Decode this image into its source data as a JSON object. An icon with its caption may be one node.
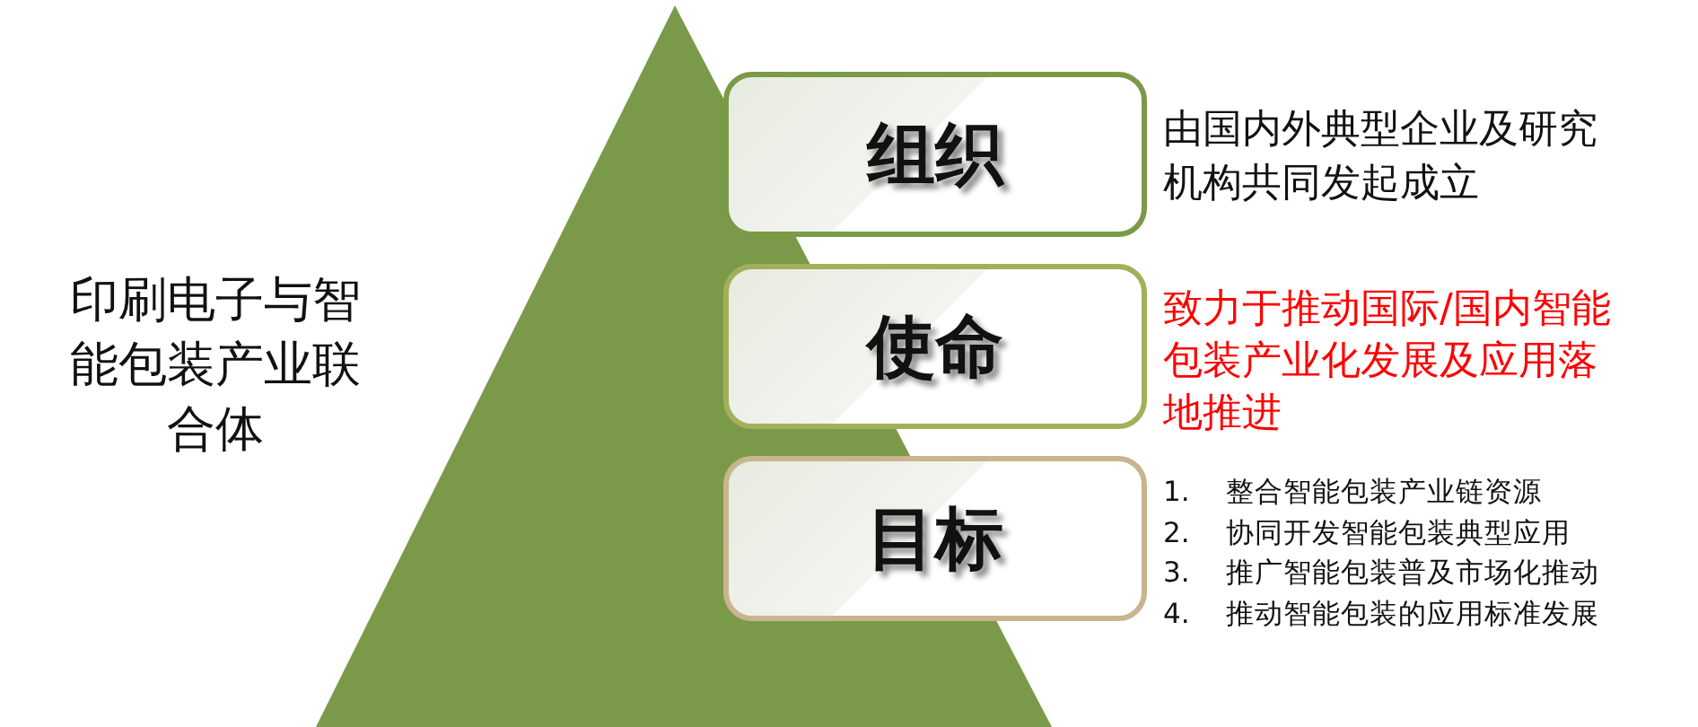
{
  "diagram": {
    "title": "印刷电子与智能包装产业联合体",
    "nodes": [
      {
        "text": [
          "组织"
        ],
        "beside": [
          "由国内外典型企业及研究机构共同发起成立"
        ]
      },
      {
        "text": [
          "使命"
        ],
        "beside": [
          "致力于推动国际/国内智能包装产业化发展及应用落地推进"
        ]
      },
      {
        "text": [
          "目标"
        ],
        "beside": [
          "1. 整合智能包装产业链资源",
          "2. 协同开发智能包装典型应用",
          "3. 推广智能包装普及市场化推动",
          "4. 推动智能包装的应用标准发展"
        ]
      }
    ]
  }
}
